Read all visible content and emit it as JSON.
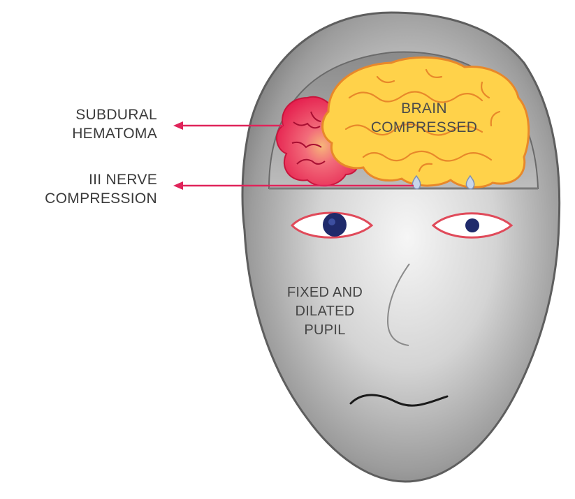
{
  "labels": {
    "subdural": [
      "SUBDURAL",
      "HEMATOMA"
    ],
    "nerve": [
      "III NERVE",
      "COMPRESSION"
    ],
    "brain": [
      "BRAIN",
      "COMPRESSED"
    ],
    "pupil": [
      "FIXED AND",
      "DILATED",
      "PUPIL"
    ]
  },
  "colors": {
    "head_dark": "#6e6e6e",
    "head_light": "#f2f2f2",
    "brain_fill": "#ffd24a",
    "brain_outline": "#e8882a",
    "hematoma": "#e8234f",
    "arrow": "#e0245a",
    "eye_outline": "#e04a5a",
    "pupil": "#1f2a6b"
  },
  "icons": {
    "pointer": "arrow-left-icon"
  }
}
